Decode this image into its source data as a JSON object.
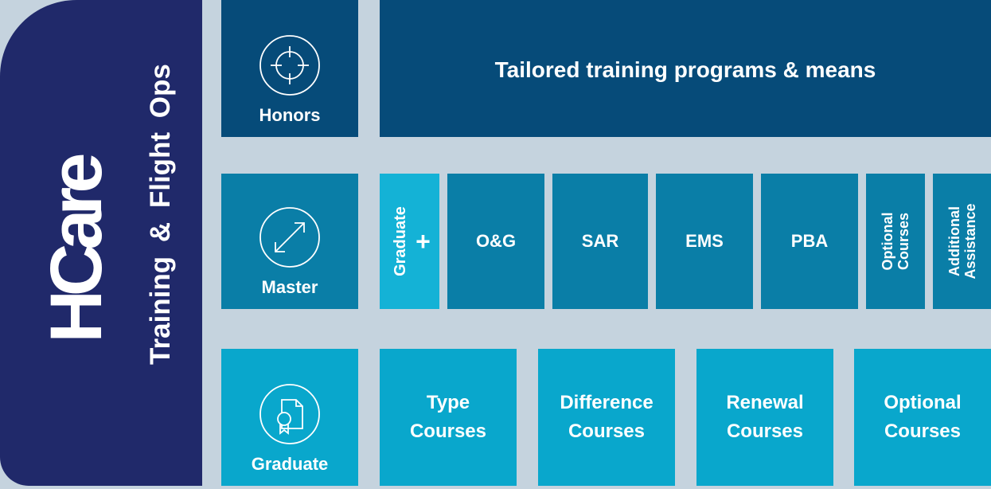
{
  "brand": {
    "logo": "HCare",
    "subtitle": "Training & Flight Ops"
  },
  "levels": {
    "honors": {
      "label": "Honors",
      "icon": "target-icon"
    },
    "master": {
      "label": "Master",
      "icon": "expand-arrows-icon"
    },
    "graduate": {
      "label": "Graduate",
      "icon": "certificate-icon"
    }
  },
  "honors_row": {
    "banner": "Tailored training programs & means"
  },
  "master_row": {
    "graduate_plus": {
      "label": "Graduate",
      "plus": "+"
    },
    "items": [
      "O&G",
      "SAR",
      "EMS",
      "PBA"
    ],
    "optional": [
      "Optional",
      "Courses"
    ],
    "additional": [
      "Additional",
      "Assistance"
    ]
  },
  "graduate_row": {
    "courses": [
      {
        "line1": "Type",
        "line2": "Courses"
      },
      {
        "line1": "Difference",
        "line2": "Courses"
      },
      {
        "line1": "Renewal",
        "line2": "Courses"
      },
      {
        "line1": "Optional",
        "line2": "Courses"
      }
    ]
  },
  "colors": {
    "background": "#c5d3de",
    "brand_panel": "#20296a",
    "honors": "#064b79",
    "master": "#0a7ea7",
    "graduate": "#09a7cc",
    "graduate_plus": "#14b2d6"
  }
}
